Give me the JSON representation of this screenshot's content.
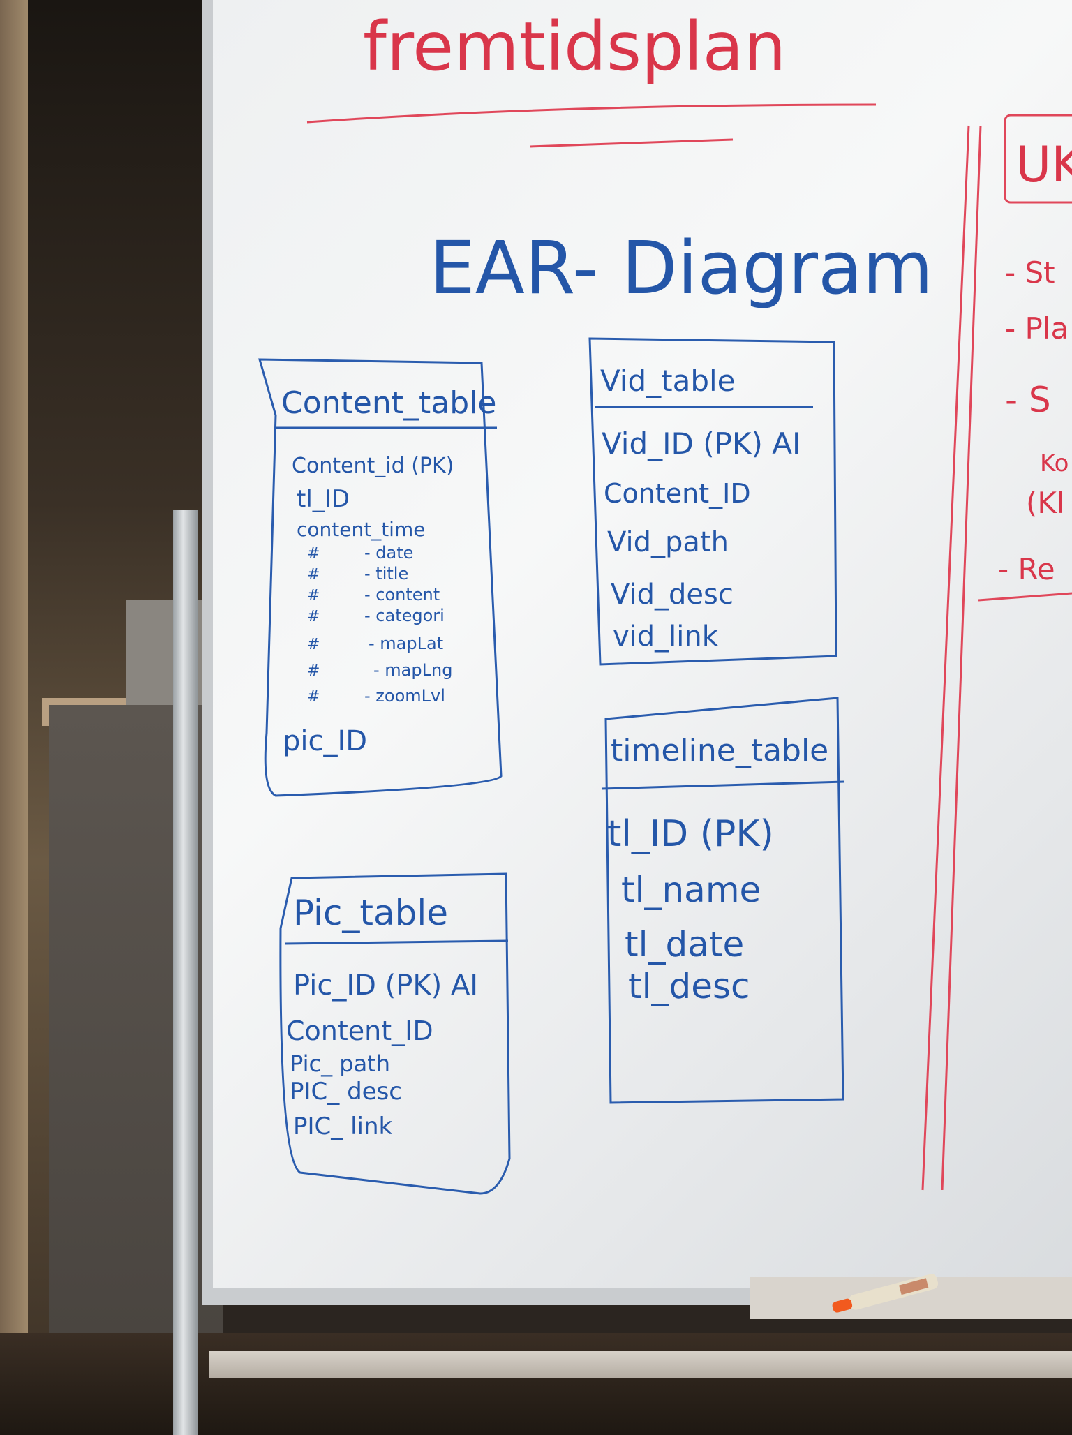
{
  "header": {
    "title": "fremtidsplan"
  },
  "diagram": {
    "heading": "EAR- Diagram"
  },
  "tables": [
    {
      "name": "Content_table",
      "fields": [
        "Content_id (PK)",
        "tl_ID",
        "content_time",
        "- date",
        "- title",
        "- content",
        "- categori",
        "- mapLat",
        "- mapLng",
        "- zoomLvl",
        "pic_ID"
      ]
    },
    {
      "name": "Vid_table",
      "fields": [
        "Vid_ID (PK) AI",
        "Content_ID",
        "Vid_path",
        "Vid_desc",
        "vid_link"
      ]
    },
    {
      "name": "timeline_table",
      "fields": [
        "tl_ID (PK)",
        "tl_name",
        "tl_date",
        "tl_desc"
      ]
    },
    {
      "name": "Pic_table",
      "fields": [
        "Pic_ID (PK) AI",
        "Content_ID",
        "Pic_ path",
        "PIC_ desc",
        "PIC_ link"
      ]
    }
  ],
  "side_notes": {
    "box": "UK",
    "items": [
      "- St",
      "- Pla",
      "- S",
      "Ko",
      "(Kl",
      "- Re"
    ]
  },
  "colors": {
    "red_marker": "#d9364a",
    "blue_marker": "#2456a8",
    "board": "#f3f4f5"
  }
}
